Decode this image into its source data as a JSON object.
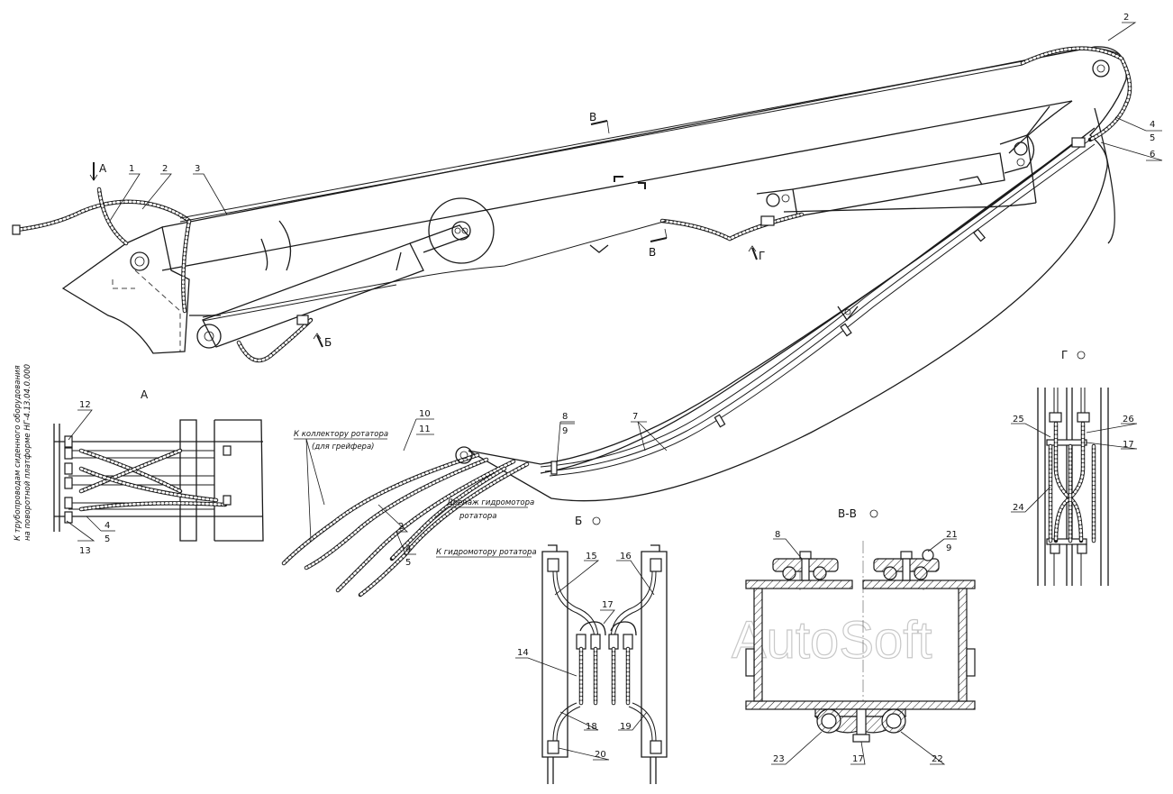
{
  "views": {
    "a": "А",
    "b_section": "Б",
    "vv_section": "В-В",
    "g_section": "Г",
    "a_arrow": "А",
    "b_arrow": "Б",
    "v_top": "В",
    "v_bottom": "В",
    "g_arrow": "Г"
  },
  "callouts": {
    "c1": "1",
    "c2": "2",
    "c3": "3",
    "c2b": "2",
    "c4": "4",
    "c5": "5",
    "c6": "6",
    "c7": "7",
    "c8": "8",
    "c9": "9",
    "c10": "10",
    "c11": "11",
    "c2c": "2",
    "c4b": "4",
    "c5b": "5",
    "c12": "12",
    "c13": "13",
    "c4c": "4",
    "c5c": "5",
    "c15": "15",
    "c16": "16",
    "c17": "17",
    "c14": "14",
    "c18": "18",
    "c19": "19",
    "c20": "20",
    "c8b": "8",
    "c21": "21",
    "c9b": "9",
    "c23": "23",
    "c17b": "17",
    "c22": "22",
    "c25": "25",
    "c26": "26",
    "c17c": "17",
    "c24": "24"
  },
  "notes": {
    "collector_1": "К коллектору ротатора",
    "collector_2": "(для грейфера)",
    "drain_1": "Дренаж гидромотора",
    "drain_2": "ротатора",
    "motor": "К гидромотору ротатора",
    "side_1": "К трубопроводам сиденного оборудования",
    "side_2": "на поворотной платформе НГ-4.13.04.0.000"
  },
  "watermark": "AutoSoft"
}
